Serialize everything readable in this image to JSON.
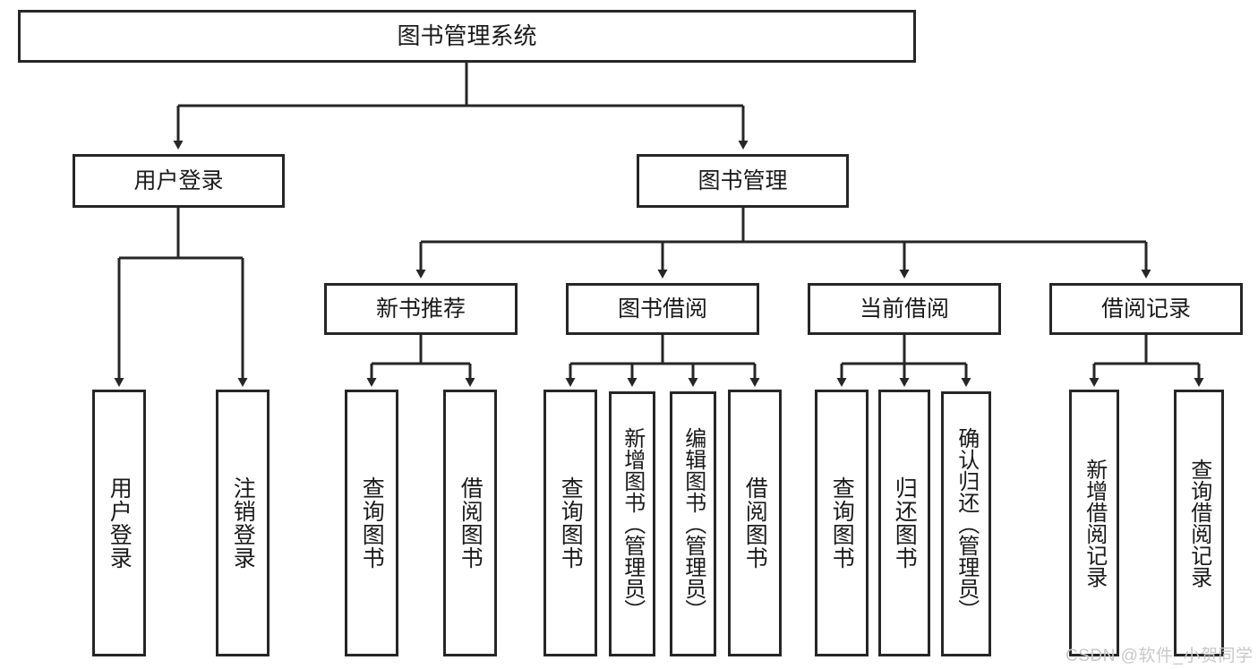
{
  "diagram": {
    "type": "tree",
    "title": "图书管理系统",
    "root": {
      "label": "图书管理系统"
    },
    "level2": [
      {
        "label": "用户登录"
      },
      {
        "label": "图书管理"
      }
    ],
    "level3": [
      {
        "label": "新书推荐"
      },
      {
        "label": "图书借阅"
      },
      {
        "label": "当前借阅"
      },
      {
        "label": "借阅记录"
      }
    ],
    "leaves": {
      "user_login": [
        {
          "label": "用户登录"
        },
        {
          "label": "注销登录"
        }
      ],
      "new_book": [
        {
          "label": "查询图书"
        },
        {
          "label": "借阅图书"
        }
      ],
      "book_borrow": [
        {
          "label": "查询图书"
        },
        {
          "label": "新增图书（管理员）"
        },
        {
          "label": "编辑图书（管理员）"
        },
        {
          "label": "借阅图书"
        }
      ],
      "current_borrow": [
        {
          "label": "查询图书"
        },
        {
          "label": "归还图书"
        },
        {
          "label": "确认归还（管理员）"
        }
      ],
      "borrow_record": [
        {
          "label": "新增借阅记录"
        },
        {
          "label": "查询借阅记录"
        }
      ]
    }
  },
  "watermark": {
    "text": "CSDN @软件_小贺同学"
  },
  "colors": {
    "border": "#262626",
    "background": "#ffffff",
    "text": "#1a1a1a",
    "watermark": "#c8c8c8"
  }
}
